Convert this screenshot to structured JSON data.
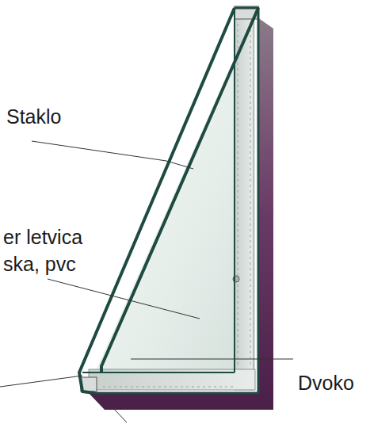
{
  "diagram": {
    "labels": [
      "Staklo",
      "er letvica ska, pvc",
      "Dvoko"
    ]
  }
}
